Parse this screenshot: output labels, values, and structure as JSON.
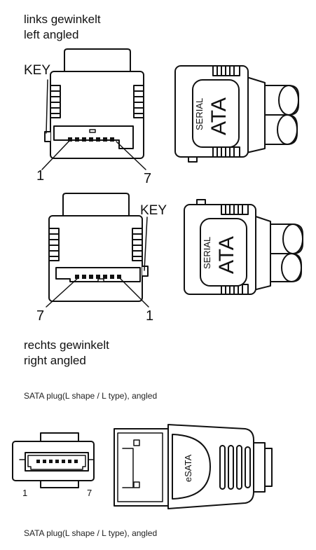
{
  "captions": {
    "left_de": "links gewinkelt",
    "left_en": "left angled",
    "right_de": "rechts gewinkelt",
    "right_en": "right angled",
    "caption1": "SATA plug(L shape / L type), angled",
    "caption2": "SATA plug(L shape / L type), angled"
  },
  "labels": {
    "key": "KEY",
    "pin_first": "1",
    "pin_last": "7",
    "serial": "SERIAL",
    "ata": "ATA",
    "esata": "eSATA"
  },
  "colors": {
    "line": "#111111",
    "fill": "#ffffff"
  }
}
